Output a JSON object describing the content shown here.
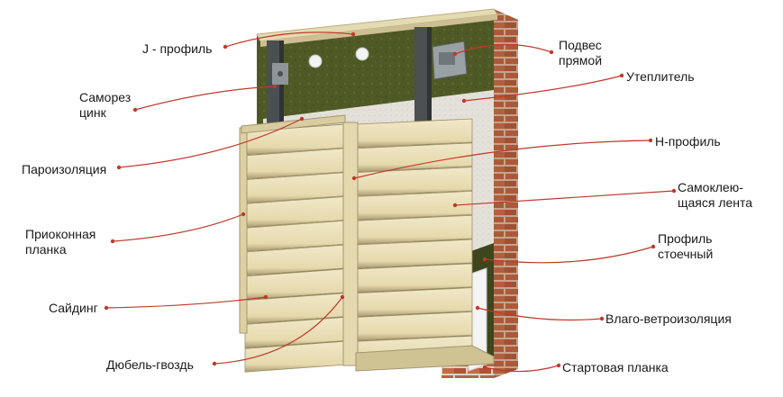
{
  "diagram": {
    "labels": {
      "j_profile": "J - профиль",
      "self_tap_screw": [
        "Саморез",
        "цинк"
      ],
      "vapor_barrier": "Пароизоляция",
      "window_strip": [
        "Приоконная",
        "планка"
      ],
      "siding": "Сайдинг",
      "dowel_nail": "Дюбель-гвоздь",
      "direct_hanger": [
        "Подвес",
        "прямой"
      ],
      "insulation": "Утеплитель",
      "h_profile": "Н-профиль",
      "adhesive_tape": [
        "Самоклею-",
        "щаяся лента"
      ],
      "drain_profile": [
        "Профиль",
        "стоечный"
      ],
      "wind_barrier": "Влаго-ветроизоляция",
      "starter_strip": "Стартовая планка"
    },
    "colors": {
      "brick": "#b5623f",
      "mortar": "#e6d6c4",
      "insulation": "#4d5624",
      "vapor": "#e6e3dc",
      "siding": "#e8dcb4",
      "siding_shadow": "#b7aa80",
      "profile": "#dcd2a6",
      "metal_dark": "#3f4446",
      "tape": "#d8a23c",
      "leader": "#c0392b"
    }
  }
}
